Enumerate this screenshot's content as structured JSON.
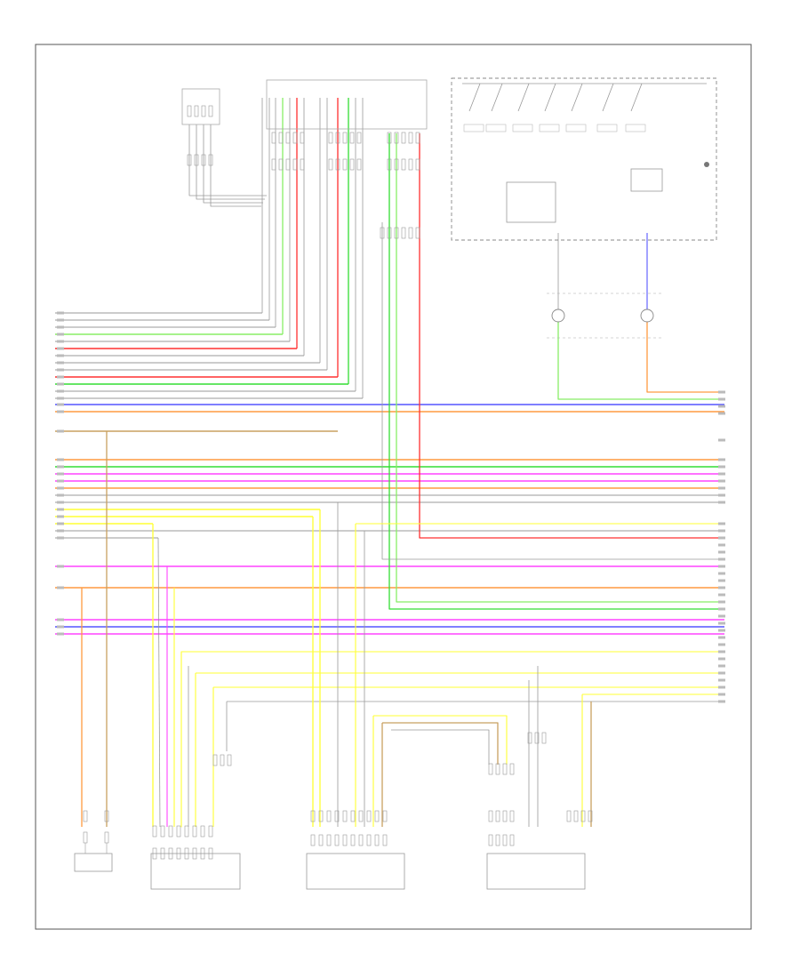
{
  "page": {
    "id": ""
  },
  "colors": {
    "frame": "#555555",
    "wire_gray": "#9a9a9a",
    "red": "#ff3030",
    "green": "#33dd33",
    "light_green": "#88ee66",
    "blue": "#5555ff",
    "orange": "#ff9a40",
    "pink": "#ff44ff",
    "yellow": "#ffff33",
    "tan": "#c8a060",
    "dark_red": "#cc2222"
  },
  "components": [
    {
      "name": "top-left-connector-module",
      "title": ""
    },
    {
      "name": "top-center-junction-block",
      "title": ""
    },
    {
      "name": "top-right-switch-panel",
      "title": ""
    },
    {
      "name": "right-indicator-lamps",
      "title": ""
    },
    {
      "name": "bottom-left-sensor",
      "title": ""
    },
    {
      "name": "bottom-center-left-module",
      "title": ""
    },
    {
      "name": "bottom-center-module",
      "title": ""
    },
    {
      "name": "bottom-right-module",
      "title": ""
    }
  ]
}
